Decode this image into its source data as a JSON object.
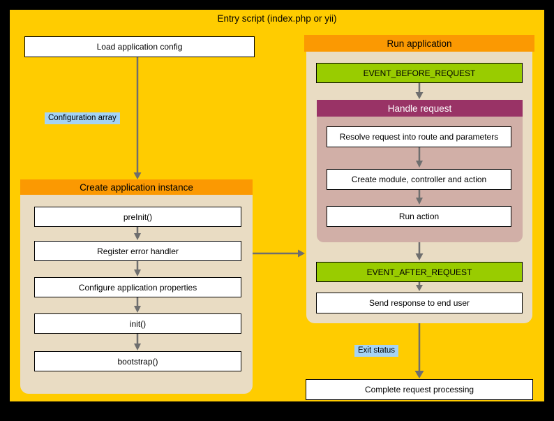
{
  "title": "Entry script (index.php or yii)",
  "labels": {
    "configuration_array": "Configuration array",
    "exit_status": "Exit status"
  },
  "nodes": {
    "load_config": "Load application config",
    "complete": "Complete request processing"
  },
  "create_application": {
    "header": "Create application instance",
    "steps": [
      "preInit()",
      "Register error handler",
      "Configure application properties",
      "init()",
      "bootstrap()"
    ]
  },
  "run_application": {
    "header": "Run application",
    "event_before": "EVENT_BEFORE_REQUEST",
    "handle_request": {
      "header": "Handle request",
      "steps": [
        "Resolve request into route and parameters",
        "Create module, controller and action",
        "Run action"
      ]
    },
    "event_after": "EVENT_AFTER_REQUEST",
    "send_response": "Send response to end user"
  },
  "colors": {
    "frame_black": "#000000",
    "canvas_yellow": "#FFCC00",
    "header_orange": "#FB9902",
    "event_green": "#99CC00",
    "handle_maroon": "#993366",
    "panel_beige": "#E9DCC3",
    "panel_pink": "#D1AFA7",
    "label_blue": "#A5D3F5",
    "arrow_gray": "#6E6E6E",
    "box_white": "#FFFFFF"
  }
}
